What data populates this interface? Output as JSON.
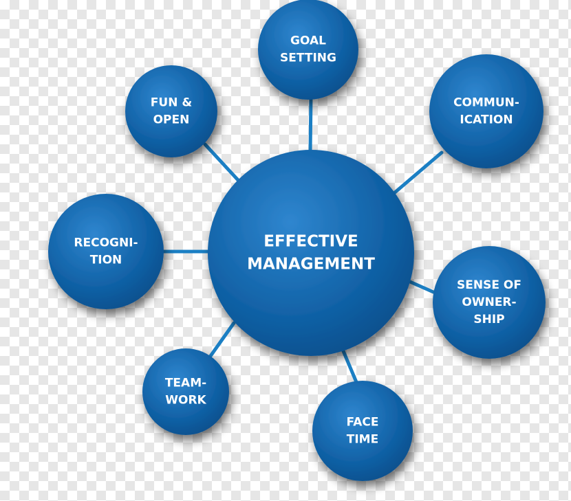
{
  "diagram": {
    "center": {
      "lines": [
        "EFFECTIVE",
        "MANAGEMENT"
      ]
    },
    "nodes": [
      {
        "id": "goal-setting",
        "lines": [
          "GOAL",
          "SETTING"
        ]
      },
      {
        "id": "communication",
        "lines": [
          "COMMUN-",
          "ICATION"
        ]
      },
      {
        "id": "fun-open",
        "lines": [
          "FUN &",
          "OPEN"
        ]
      },
      {
        "id": "recognition",
        "lines": [
          "RECOGNI-",
          "TION"
        ]
      },
      {
        "id": "sense-of-ownership",
        "lines": [
          "SENSE OF",
          "OWNER-",
          "SHIP"
        ]
      },
      {
        "id": "teamwork",
        "lines": [
          "TEAM-",
          "WORK"
        ]
      },
      {
        "id": "face-time",
        "lines": [
          "FACE",
          "TIME"
        ]
      }
    ],
    "colors": {
      "circle_fill": "#0f5fa3",
      "circle_highlight": "#2f86cf",
      "connector": "#1b7fc4"
    }
  }
}
